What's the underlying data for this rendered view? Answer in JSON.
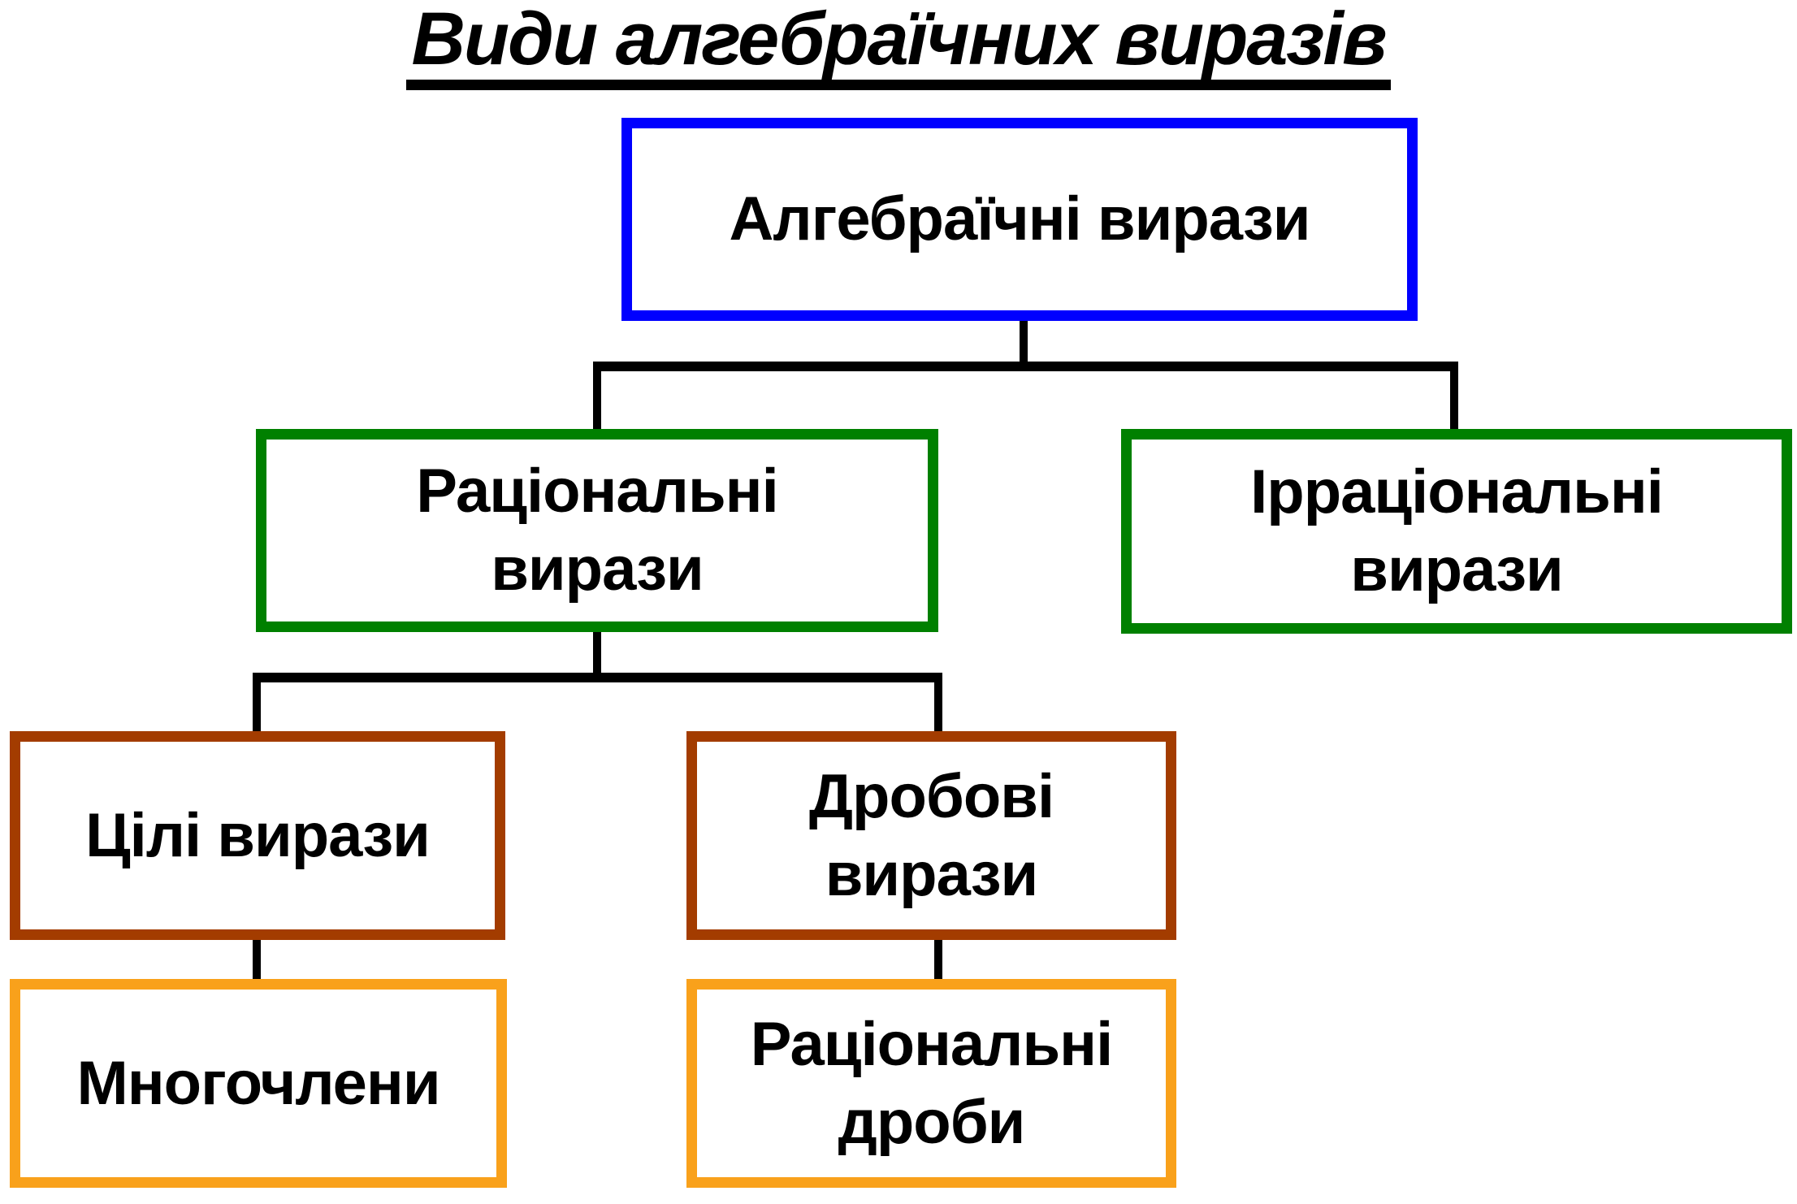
{
  "title": {
    "text": "Види алгебраїчних виразів"
  },
  "colors": {
    "level1_border": "#0000ff",
    "level2_border": "#008000",
    "level3_border": "#a33c00",
    "level4_border": "#f9a11b",
    "connector": "#000000",
    "text": "#000000",
    "background": "#ffffff"
  },
  "nodes": {
    "root": {
      "label": "Алгебраїчні вирази"
    },
    "rational": {
      "label": "Раціональні\nвирази"
    },
    "irrational": {
      "label": "Ірраціональні\nвирази"
    },
    "integer": {
      "label": "Цілі вирази"
    },
    "fractional": {
      "label": "Дробові\nвирази"
    },
    "polynomials": {
      "label": "Многочлени"
    },
    "rational_fractions": {
      "label": "Раціональні\nдроби"
    }
  }
}
